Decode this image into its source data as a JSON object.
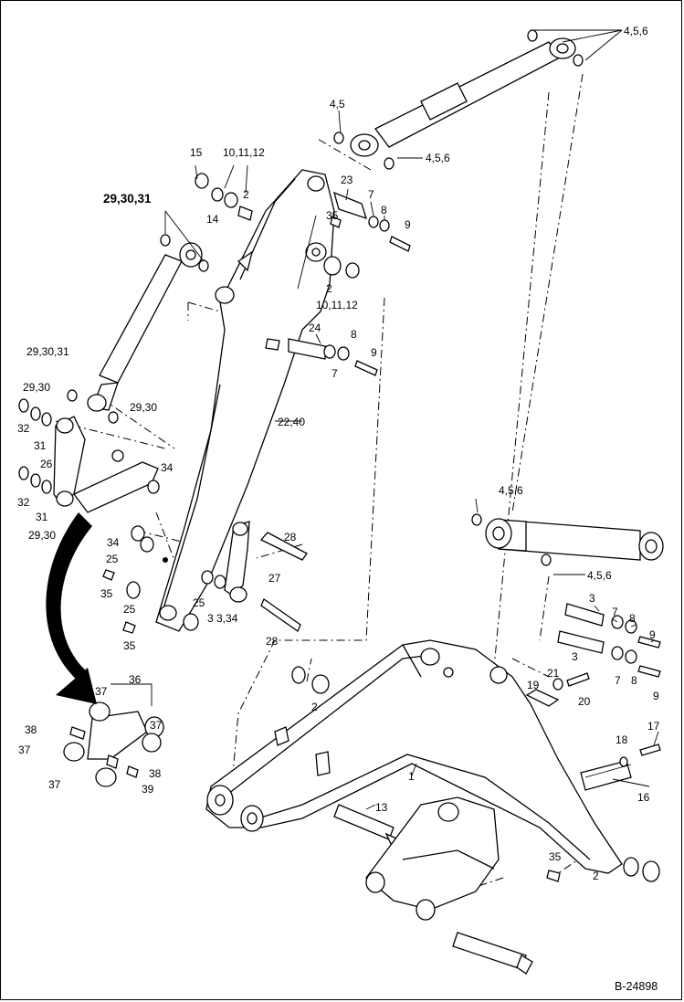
{
  "diagram": {
    "reference": "B-24898",
    "labels": {
      "l456_top": "4,5,6",
      "l45": "4,5",
      "l456_upper_cyl": "4,5,6",
      "l15": "15",
      "l101112_a": "10,11,12",
      "l2_a": "2",
      "l14": "14",
      "l293031_bold": "29,30,31",
      "l23": "23",
      "l7_a": "7",
      "l8_a": "8",
      "l9_a": "9",
      "l35_a": "35",
      "l2_b": "2",
      "l101112_b": "10,11,12",
      "l24": "24",
      "l8_b": "8",
      "l9_b": "9",
      "l7_b": "7",
      "l293031_left": "29,30,31",
      "l2930_a": "29,30",
      "l2930_b": "29,30",
      "l32_a": "32",
      "l31_a": "31",
      "l26": "26",
      "l2240": "22,40",
      "l34_a": "34",
      "l32_b": "32",
      "l31_b": "31",
      "l2930_c": "29,30",
      "l34_b": "34",
      "l25_a": "25",
      "l28_a": "28",
      "l35_b": "35",
      "l27": "27",
      "l25_b": "25",
      "l25_c": "25",
      "l3334": "3 3,34",
      "l28_b": "28",
      "l35_c": "35",
      "l36": "36",
      "l37_a": "37",
      "l38_a": "38",
      "l37_b": "37",
      "l37_c": "37",
      "l37_d": "37",
      "l38_b": "38",
      "l39": "39",
      "l456_mid": "4,5,6",
      "l456_lower": "4,5,6",
      "l3_a": "3",
      "l7_c": "7",
      "l8_c": "8",
      "l9_c": "9",
      "l3_b": "3",
      "l7_d": "7",
      "l8_d": "8",
      "l9_d": "9",
      "l19": "19",
      "l21": "21",
      "l20": "20",
      "l2_c": "2",
      "l18": "18",
      "l17": "17",
      "l1": "1",
      "l16": "16",
      "l13": "13",
      "l35_d": "35",
      "l2_d": "2"
    }
  }
}
